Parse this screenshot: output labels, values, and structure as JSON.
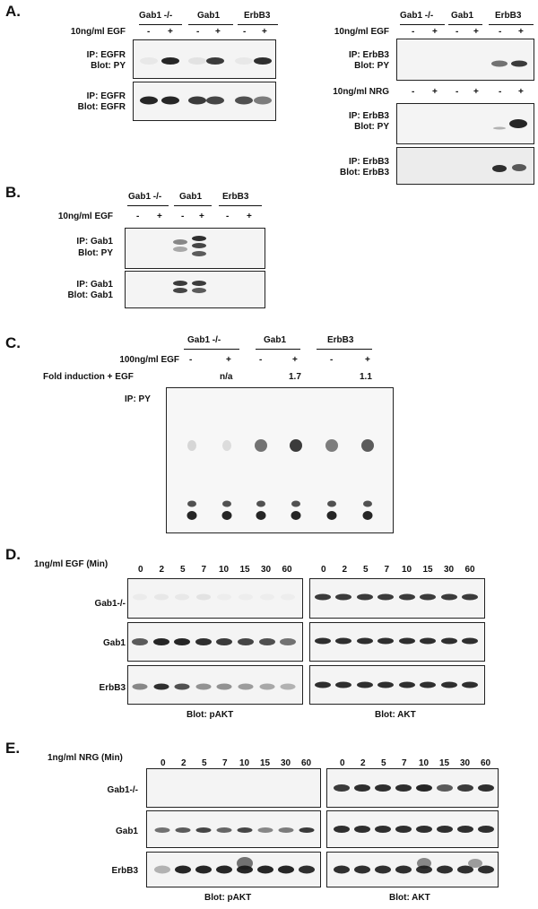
{
  "panel_letters": {
    "a": "A.",
    "b": "B.",
    "c": "C.",
    "d": "D.",
    "e": "E."
  },
  "panelA": {
    "left": {
      "groups": [
        "Gab1 -/-",
        "Gab1",
        "ErbB3"
      ],
      "treatment": "10ng/ml EGF",
      "signs": [
        "-",
        "+",
        "-",
        "+",
        "-",
        "+"
      ],
      "blot1": [
        "IP: EGFR",
        "Blot: PY"
      ],
      "blot2": [
        "IP: EGFR",
        "Blot: EGFR"
      ]
    },
    "right": {
      "groups": [
        "Gab1 -/-",
        "Gab1",
        "ErbB3"
      ],
      "treatment1": "10ng/ml EGF",
      "signs1": [
        "-",
        "+",
        "-",
        "+",
        "-",
        "+"
      ],
      "blot1": [
        "IP: ErbB3",
        "Blot: PY"
      ],
      "treatment2": "10ng/ml NRG",
      "signs2": [
        "-",
        "+",
        "-",
        "+",
        "-",
        "+"
      ],
      "blot2": [
        "IP: ErbB3",
        "Blot: PY"
      ],
      "blot3": [
        "IP: ErbB3",
        "Blot: ErbB3"
      ]
    }
  },
  "panelB": {
    "groups": [
      "Gab1 -/-",
      "Gab1",
      "ErbB3"
    ],
    "treatment": "10ng/ml EGF",
    "signs": [
      "-",
      "+",
      "-",
      "+",
      "-",
      "+"
    ],
    "blot1": [
      "IP: Gab1",
      "Blot: PY"
    ],
    "blot2": [
      "IP: Gab1",
      "Blot: Gab1"
    ]
  },
  "panelC": {
    "groups": [
      "Gab1 -/-",
      "Gab1",
      "ErbB3"
    ],
    "treatment": "100ng/ml EGF",
    "signs": [
      "-",
      "+",
      "-",
      "+",
      "-",
      "+"
    ],
    "fold_label": "Fold induction + EGF",
    "fold_values": [
      "n/a",
      "1.7",
      "1.1"
    ],
    "ip_label": "IP: PY"
  },
  "panelD": {
    "time_label": "1ng/ml EGF (Min)",
    "times": [
      "0",
      "2",
      "5",
      "7",
      "10",
      "15",
      "30",
      "60"
    ],
    "rows": [
      "Gab1-/-",
      "Gab1",
      "ErbB3"
    ],
    "blot_left": "Blot: pAKT",
    "blot_right": "Blot: AKT"
  },
  "panelE": {
    "time_label": "1ng/ml NRG (Min)",
    "times": [
      "0",
      "2",
      "5",
      "7",
      "10",
      "15",
      "30",
      "60"
    ],
    "rows": [
      "Gab1-/-",
      "Gab1",
      "ErbB3"
    ],
    "blot_left": "Blot: pAKT",
    "blot_right": "Blot: AKT"
  },
  "band_color": "#1a1a1a",
  "blot_background": "#f4f4f4"
}
